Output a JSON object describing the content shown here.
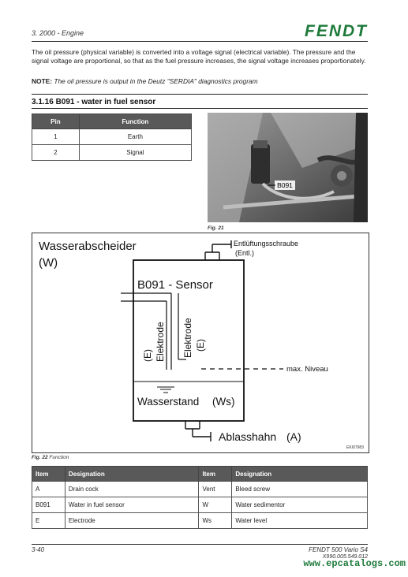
{
  "header": {
    "section": "3. 2000 - Engine",
    "logo_text": "FENDT"
  },
  "intro": {
    "paragraph": "The oil pressure (physical variable) is converted into a voltage signal (electrical variable). The pressure and the signal voltage are proportional, so that as the fuel pressure increases, the signal voltage increases proportionately.",
    "note_label": "NOTE:",
    "note_text": " The oil pressure is output in the Deutz \"SERDIA\" diagnostics program"
  },
  "section": {
    "title": "3.1.16  B091 - water in fuel sensor"
  },
  "pin_table": {
    "headers": [
      "Pin",
      "Function"
    ],
    "rows": [
      [
        "1",
        "Earth"
      ],
      [
        "2",
        "Signal"
      ]
    ]
  },
  "photo": {
    "label": "B091",
    "caption": "Fig. 21"
  },
  "diagram": {
    "title_line1": "Wasserabscheider",
    "title_line2": "(W)",
    "vent_label_line1": "Entlüftungsschraube",
    "vent_label_line2": "(Entl.)",
    "sensor_label": "B091 - Sensor",
    "electrode_left_1": "Elektrode",
    "electrode_left_2": "(E)",
    "electrode_right_1": "Elektrode",
    "electrode_right_2": "(E)",
    "max_level": "max. Niveau",
    "water_level": "Wasserstand",
    "water_level_abbr": "(Ws)",
    "drain_label": "Ablasshahn",
    "drain_abbr": "(A)",
    "ref_code": "EKI07983"
  },
  "fig22": {
    "label": "Fig. 22",
    "text": " Function"
  },
  "legend_table": {
    "headers": [
      "Item",
      "Designation",
      "Item",
      "Designation"
    ],
    "rows": [
      [
        "A",
        "Drain cock",
        "Vent",
        "Bleed screw"
      ],
      [
        "B091",
        "Water in fuel sensor",
        "W",
        "Water sedimentor"
      ],
      [
        "E",
        "Electrode",
        "Ws",
        "Water level"
      ]
    ]
  },
  "footer": {
    "page": "3-40",
    "model": "FENDT 500 Vario S4",
    "doc_number": "X990.005.549.012",
    "watermark": "www.epcatalogs.com"
  },
  "colors": {
    "brand_green": "#1d7a3a",
    "table_header": "#595959"
  }
}
